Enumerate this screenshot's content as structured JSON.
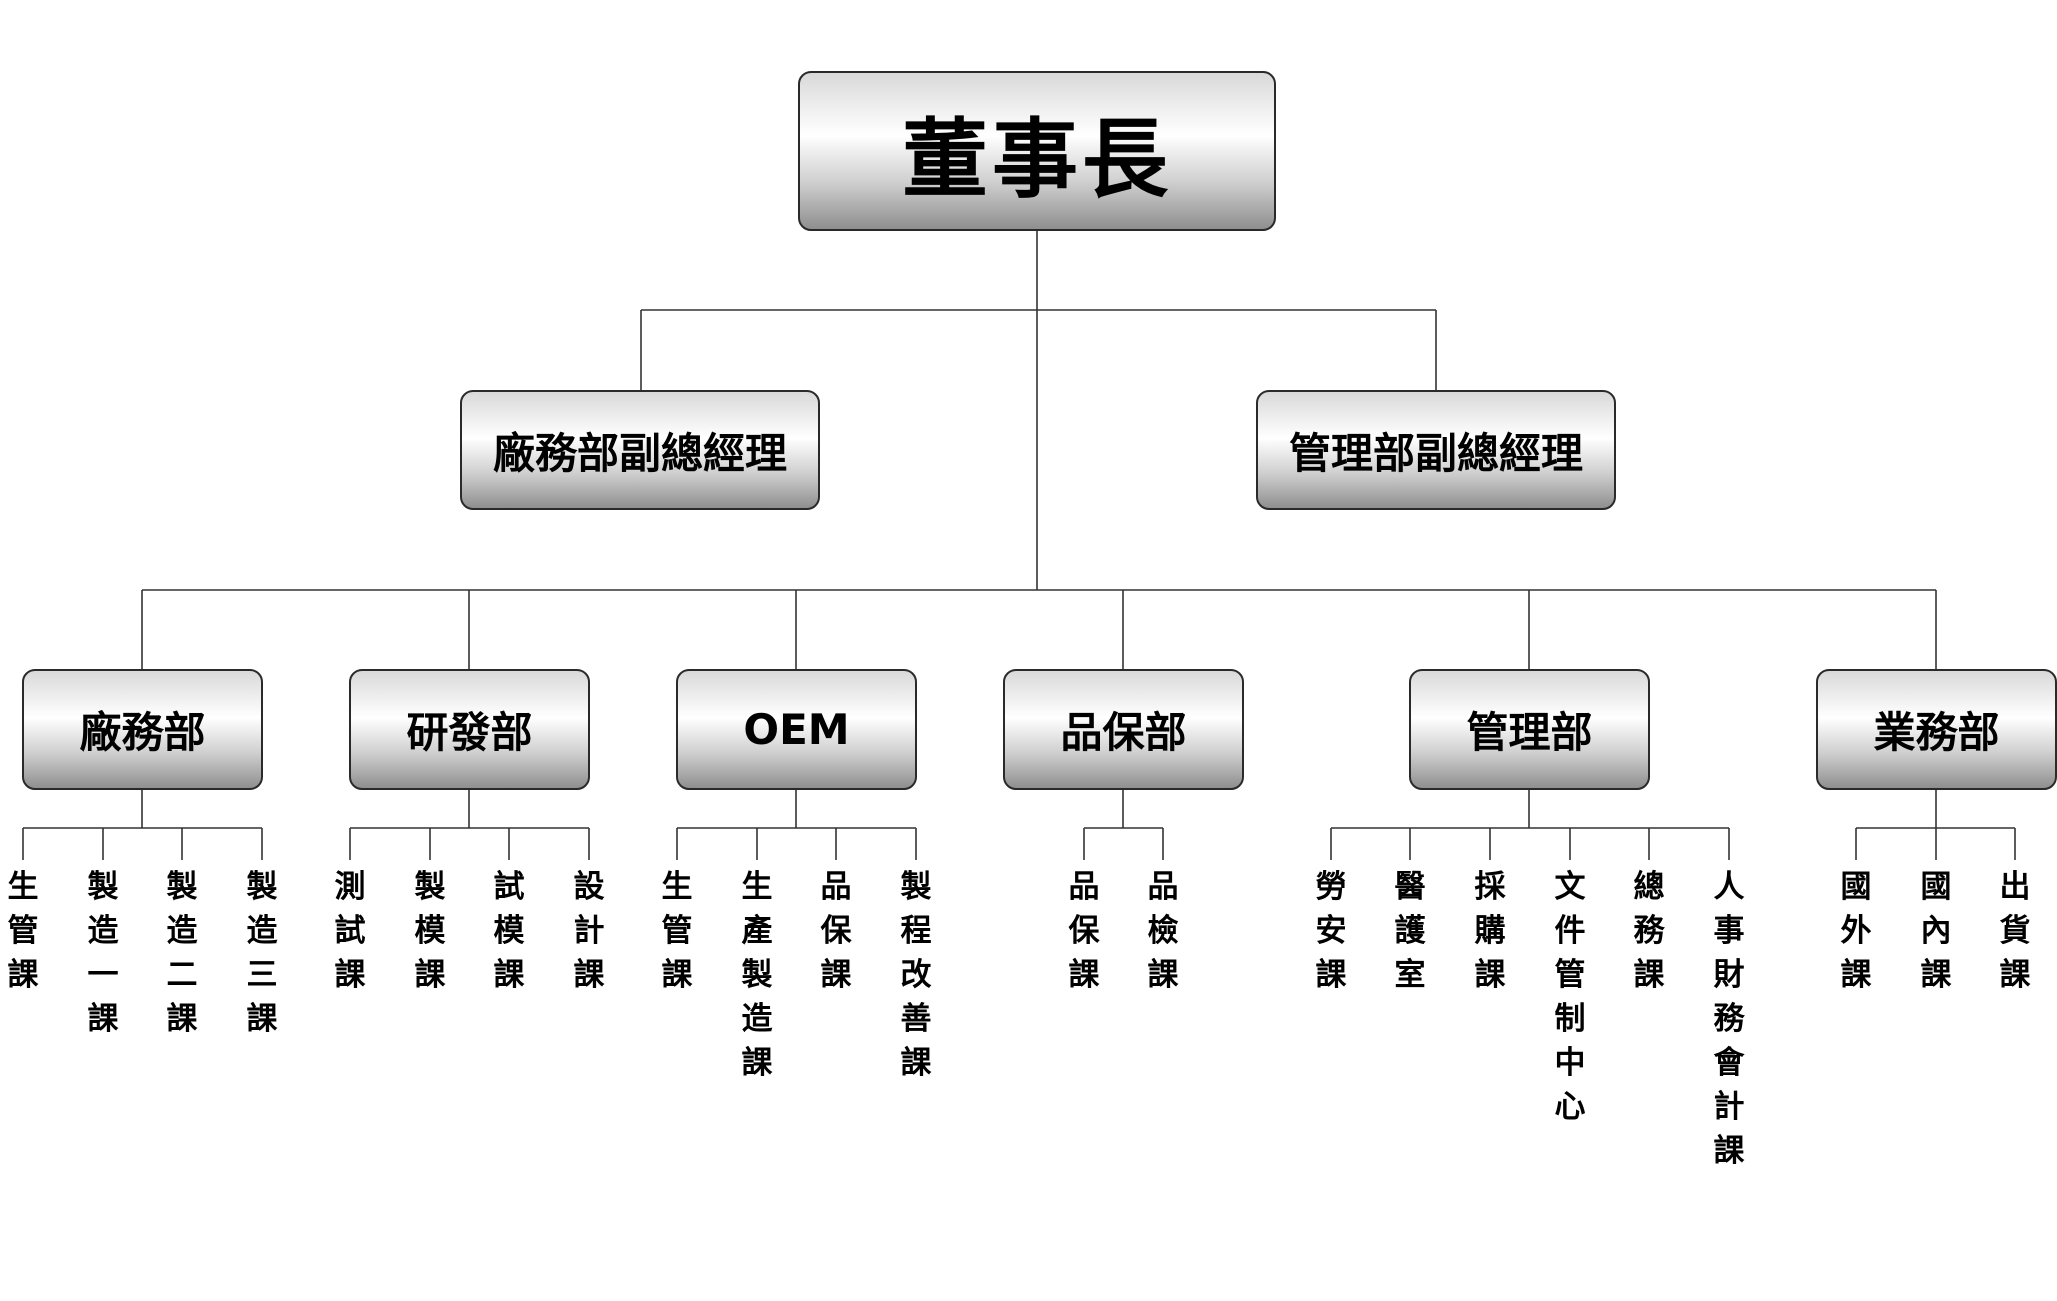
{
  "chairman": "董事長",
  "vice_presidents": [
    "廠務部副總經理",
    "管理部副總經理"
  ],
  "departments": [
    {
      "name": "廠務部",
      "sections": [
        "生管課",
        "製造一課",
        "製造二課",
        "製造三課"
      ]
    },
    {
      "name": "研發部",
      "sections": [
        "測試課",
        "製模課",
        "試模課",
        "設計課"
      ]
    },
    {
      "name": "OEM",
      "sections": [
        "生管課",
        "生產製造課",
        "品保課",
        "製程改善課"
      ]
    },
    {
      "name": "品保部",
      "sections": [
        "品保課",
        "品檢課"
      ]
    },
    {
      "name": "管理部",
      "sections": [
        "勞安課",
        "醫護室",
        "採購課",
        "文件管制中心",
        "總務課",
        "人事財務會計課"
      ]
    },
    {
      "name": "業務部",
      "sections": [
        "國外課",
        "國內課",
        "出貨課"
      ]
    }
  ]
}
